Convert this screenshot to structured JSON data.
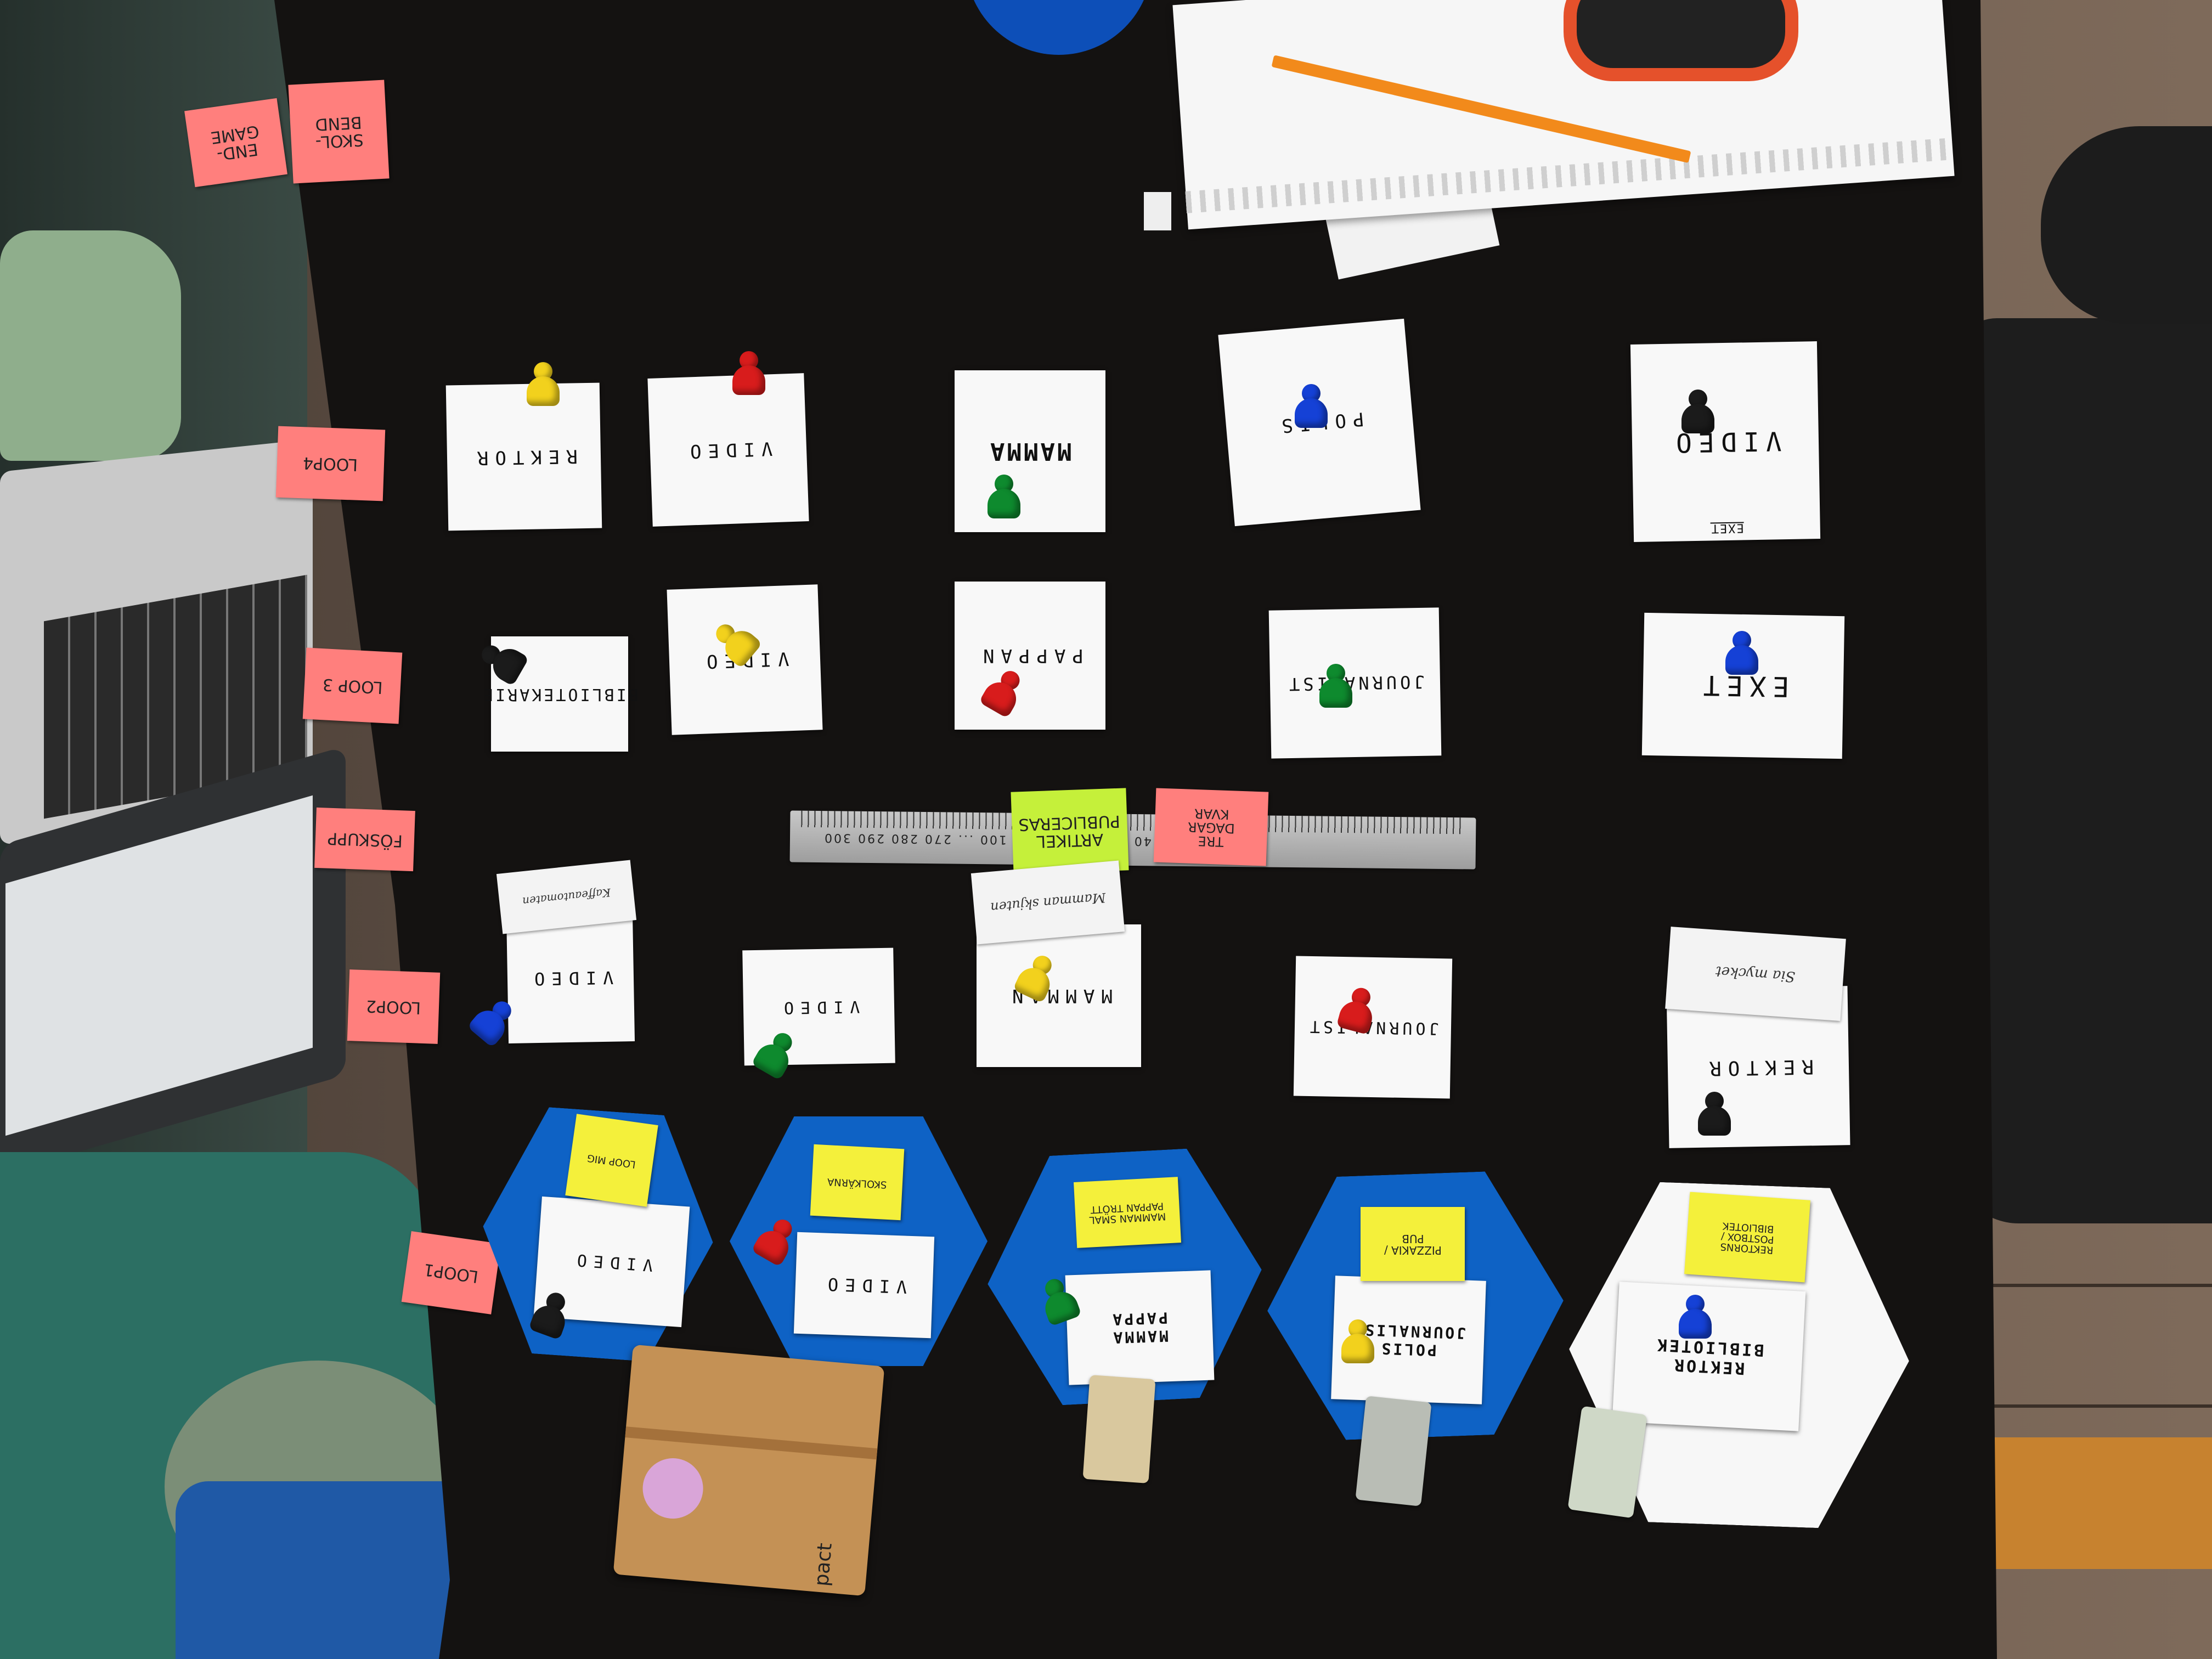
{
  "colors": {
    "board": "#141211",
    "sticky_pink": "#ff7f7d",
    "sticky_yellow": "#f4f03b",
    "sticky_lime": "#c5f03a",
    "hex_blue": "#0e62c5",
    "pawn_yellow": "#f2d11d",
    "pawn_red": "#d81c1c",
    "pawn_green": "#0e8a2e",
    "pawn_blue": "#1541d6",
    "pawn_black": "#1b1b1b"
  },
  "row_labels": {
    "skol_bend": "SKOL-\nBEND",
    "end_game": "END-\nGAME",
    "loop4": "LOOP4",
    "loop3": "LOOP 3",
    "fos_skupp": "FÖSKUPP",
    "loop2": "LOOP2",
    "loop1": "LOOP1"
  },
  "loop4_cards": [
    "REKTOR",
    "VIDEO",
    "MAMMA",
    "POLIS",
    "VIDEO"
  ],
  "loop4_card5_sub": "EXET",
  "loop3_cards": [
    "BIBLIOTEKARIE",
    "VIDEO",
    "PAPPAN",
    "JOURNALIST",
    "EXET"
  ],
  "loop2_cards": [
    "VIDEO",
    "VIDEO",
    "MAMMAN",
    "JOURNALIST",
    "REKTOR"
  ],
  "loop2_scraps": [
    "Kaffeautomaten",
    "Mamman skjuten",
    "Sia mycket"
  ],
  "loop1_cards": [
    "VIDEO",
    "VIDEO",
    "MAMMA\nPAPPA",
    "POLIS\nJOURNALIST",
    "REKTOR\nBIBLIOTEK"
  ],
  "loop1_notes": [
    "LOOP MIG",
    "SKOLKÄRNA",
    "MAMMAN SMAL\nPAPPAN TRÖTT",
    "PIZZAKIA /\nPUB",
    "REKTORNS\nPOSTBOX /\nBIBLIOTEK"
  ],
  "center_notes": {
    "artikel": "ARTIKEL\nPUBLICERAS",
    "tre_dagar": "TRE\nDAGAR\nKVAR"
  },
  "ruler_text": "10 20 30 40 50 60 70 80 90 100 ... 270 280 290 300",
  "journal_brand": "pact"
}
